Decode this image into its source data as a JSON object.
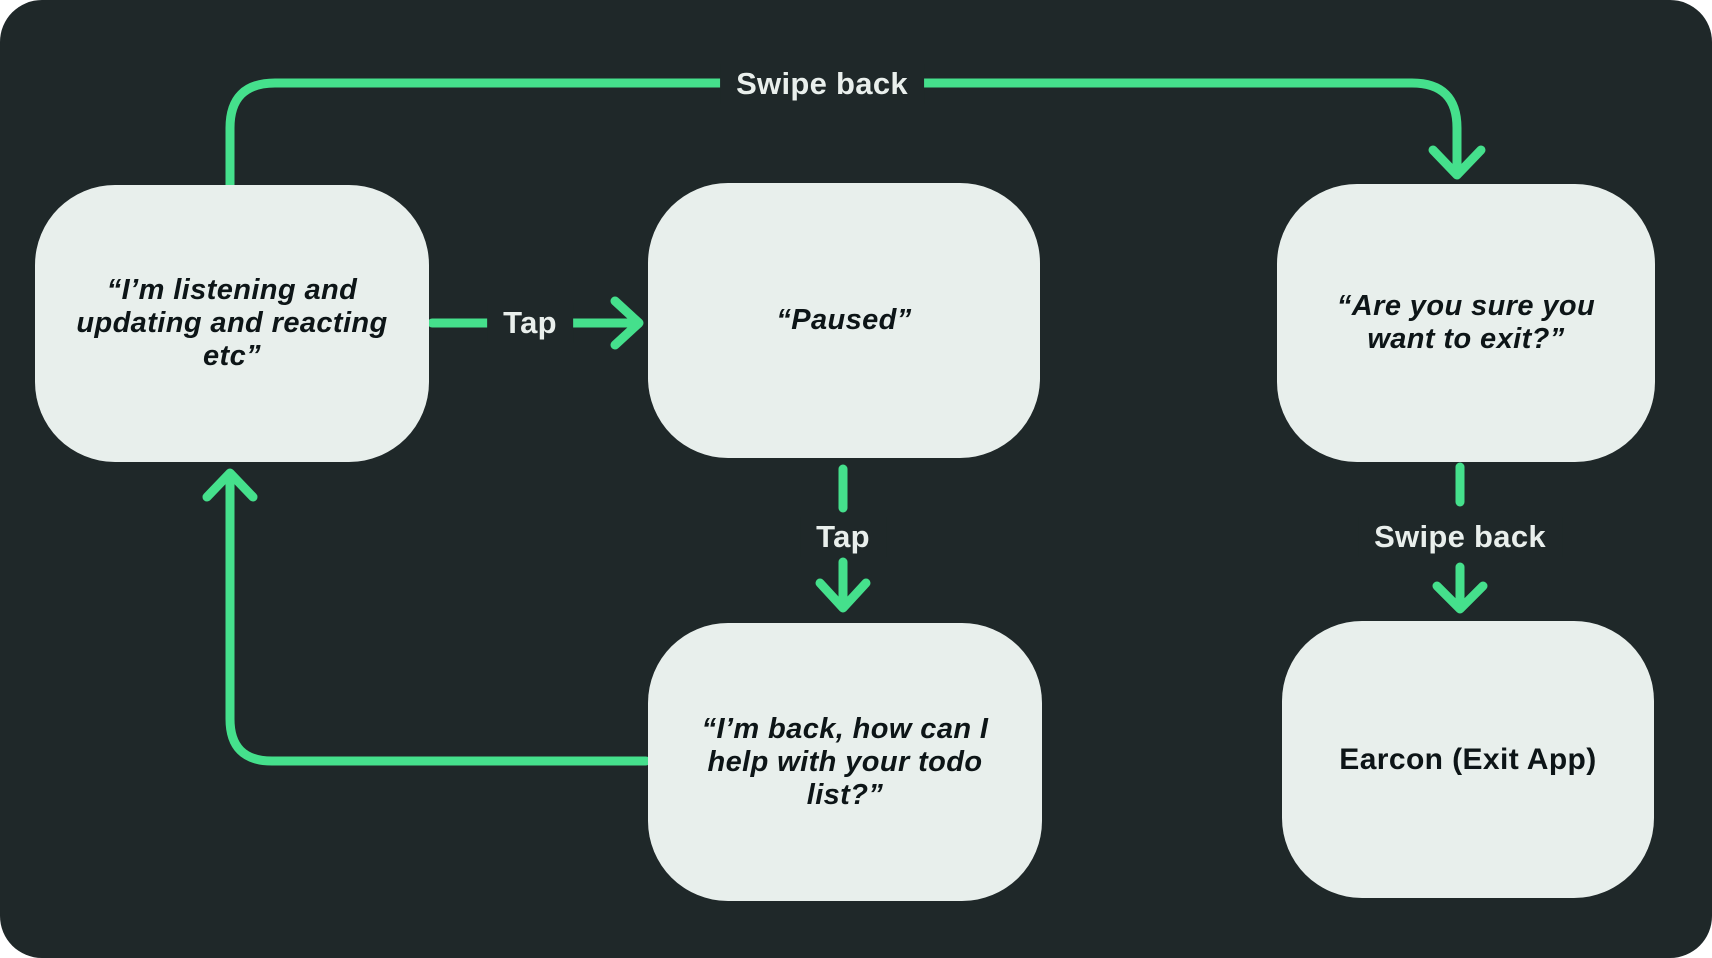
{
  "colors": {
    "background": "#1f2829",
    "node_fill": "#e8efec",
    "accent": "#45e08c",
    "node_text": "#0d1517",
    "label_text": "#e9efec"
  },
  "diagram": {
    "type": "state-flowchart",
    "nodes": {
      "listening": {
        "lines": [
          "“I’m listening and",
          "updating and reacting",
          "etc”"
        ]
      },
      "paused": {
        "lines": [
          "“Paused”"
        ]
      },
      "exit_confirm": {
        "lines": [
          "“Are you sure you",
          "want to exit?”"
        ]
      },
      "back": {
        "lines": [
          "“I’m back, how can I",
          "help with your todo",
          "list?”"
        ]
      },
      "earcon": {
        "lines": [
          "Earcon (Exit App)"
        ]
      }
    },
    "edges": {
      "swipe_back_top": {
        "label": "Swipe back",
        "from": "listening",
        "to": "exit_confirm"
      },
      "tap_horizontal": {
        "label": "Tap",
        "from": "listening",
        "to": "paused"
      },
      "tap_vertical": {
        "label": "Tap",
        "from": "paused",
        "to": "back"
      },
      "swipe_back_right": {
        "label": "Swipe back",
        "from": "exit_confirm",
        "to": "earcon"
      },
      "loop_back": {
        "label": "",
        "from": "back",
        "to": "listening"
      }
    }
  }
}
